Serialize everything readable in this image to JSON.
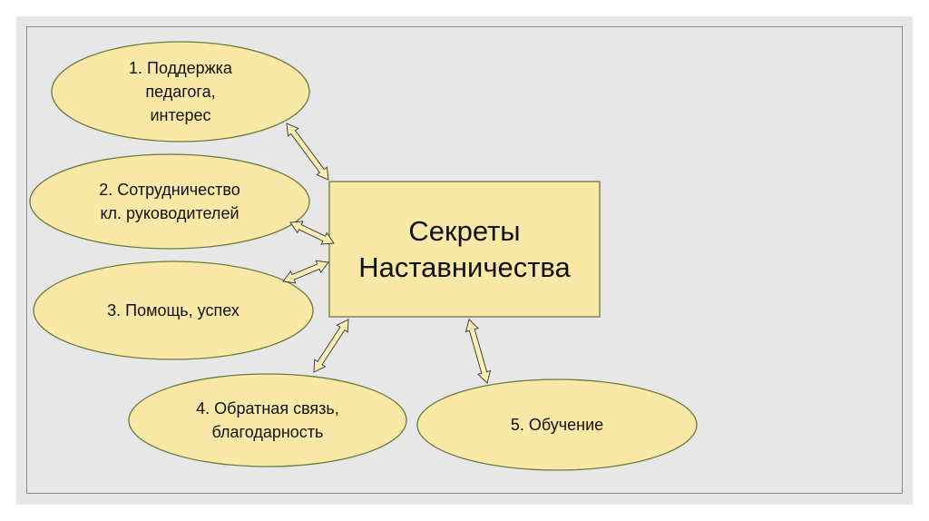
{
  "title": "Секреты\nНаставничества",
  "nodes": [
    {
      "label": "1. Поддержка\nпедагога,\nинтерес"
    },
    {
      "label": "2. Сотрудничество\nкл. руководителей"
    },
    {
      "label": "3. Помощь, успех"
    },
    {
      "label": "4. Обратная связь,\nблагодарность"
    },
    {
      "label": "5. Обучение"
    }
  ],
  "colors": {
    "background": "#e7e7e7",
    "fill": "#fae9a6",
    "stroke": "#6b7a3c",
    "arrow_fill": "#fbeeb0"
  }
}
